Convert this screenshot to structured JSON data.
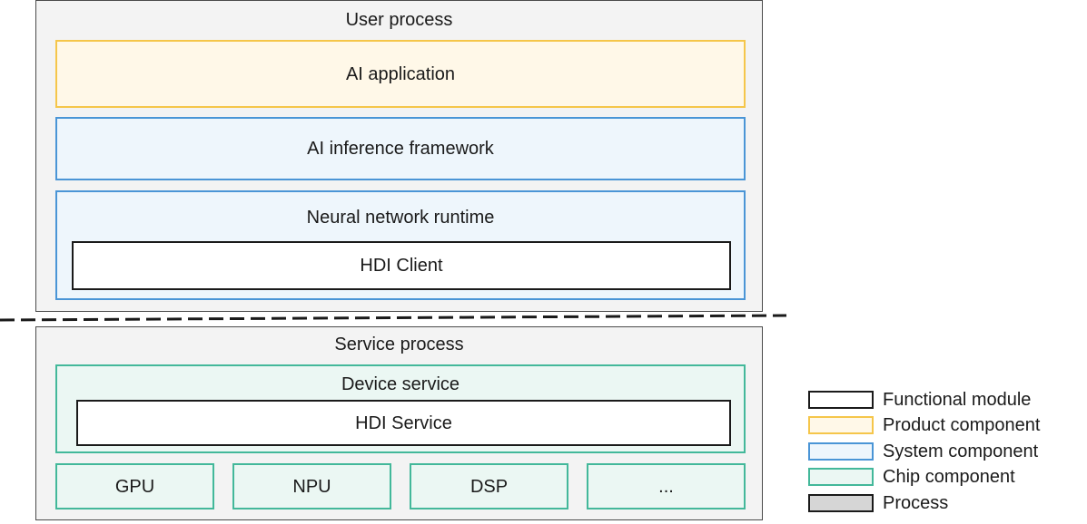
{
  "user_process": {
    "title": "User process",
    "ai_application": "AI application",
    "ai_inference_framework": "AI inference framework",
    "neural_network_runtime": "Neural network runtime",
    "hdi_client": "HDI Client"
  },
  "service_process": {
    "title": "Service process",
    "device_service": "Device service",
    "hdi_service": "HDI Service",
    "chips": [
      "GPU",
      "NPU",
      "DSP",
      "..."
    ]
  },
  "legend": [
    {
      "label": "Functional module",
      "kind": "functional"
    },
    {
      "label": "Product component",
      "kind": "product"
    },
    {
      "label": "System component",
      "kind": "system"
    },
    {
      "label": "Chip component",
      "kind": "chip"
    },
    {
      "label": "Process",
      "kind": "process"
    }
  ],
  "colors": {
    "product_border": "#f5c64a",
    "product_fill": "#fff8e8",
    "system_border": "#4a95d6",
    "system_fill": "#eef6fc",
    "chip_border": "#43b89a",
    "chip_fill": "#ebf7f3",
    "process_fill": "#f3f3f3",
    "legend_process_fill": "#d6d6d6"
  }
}
